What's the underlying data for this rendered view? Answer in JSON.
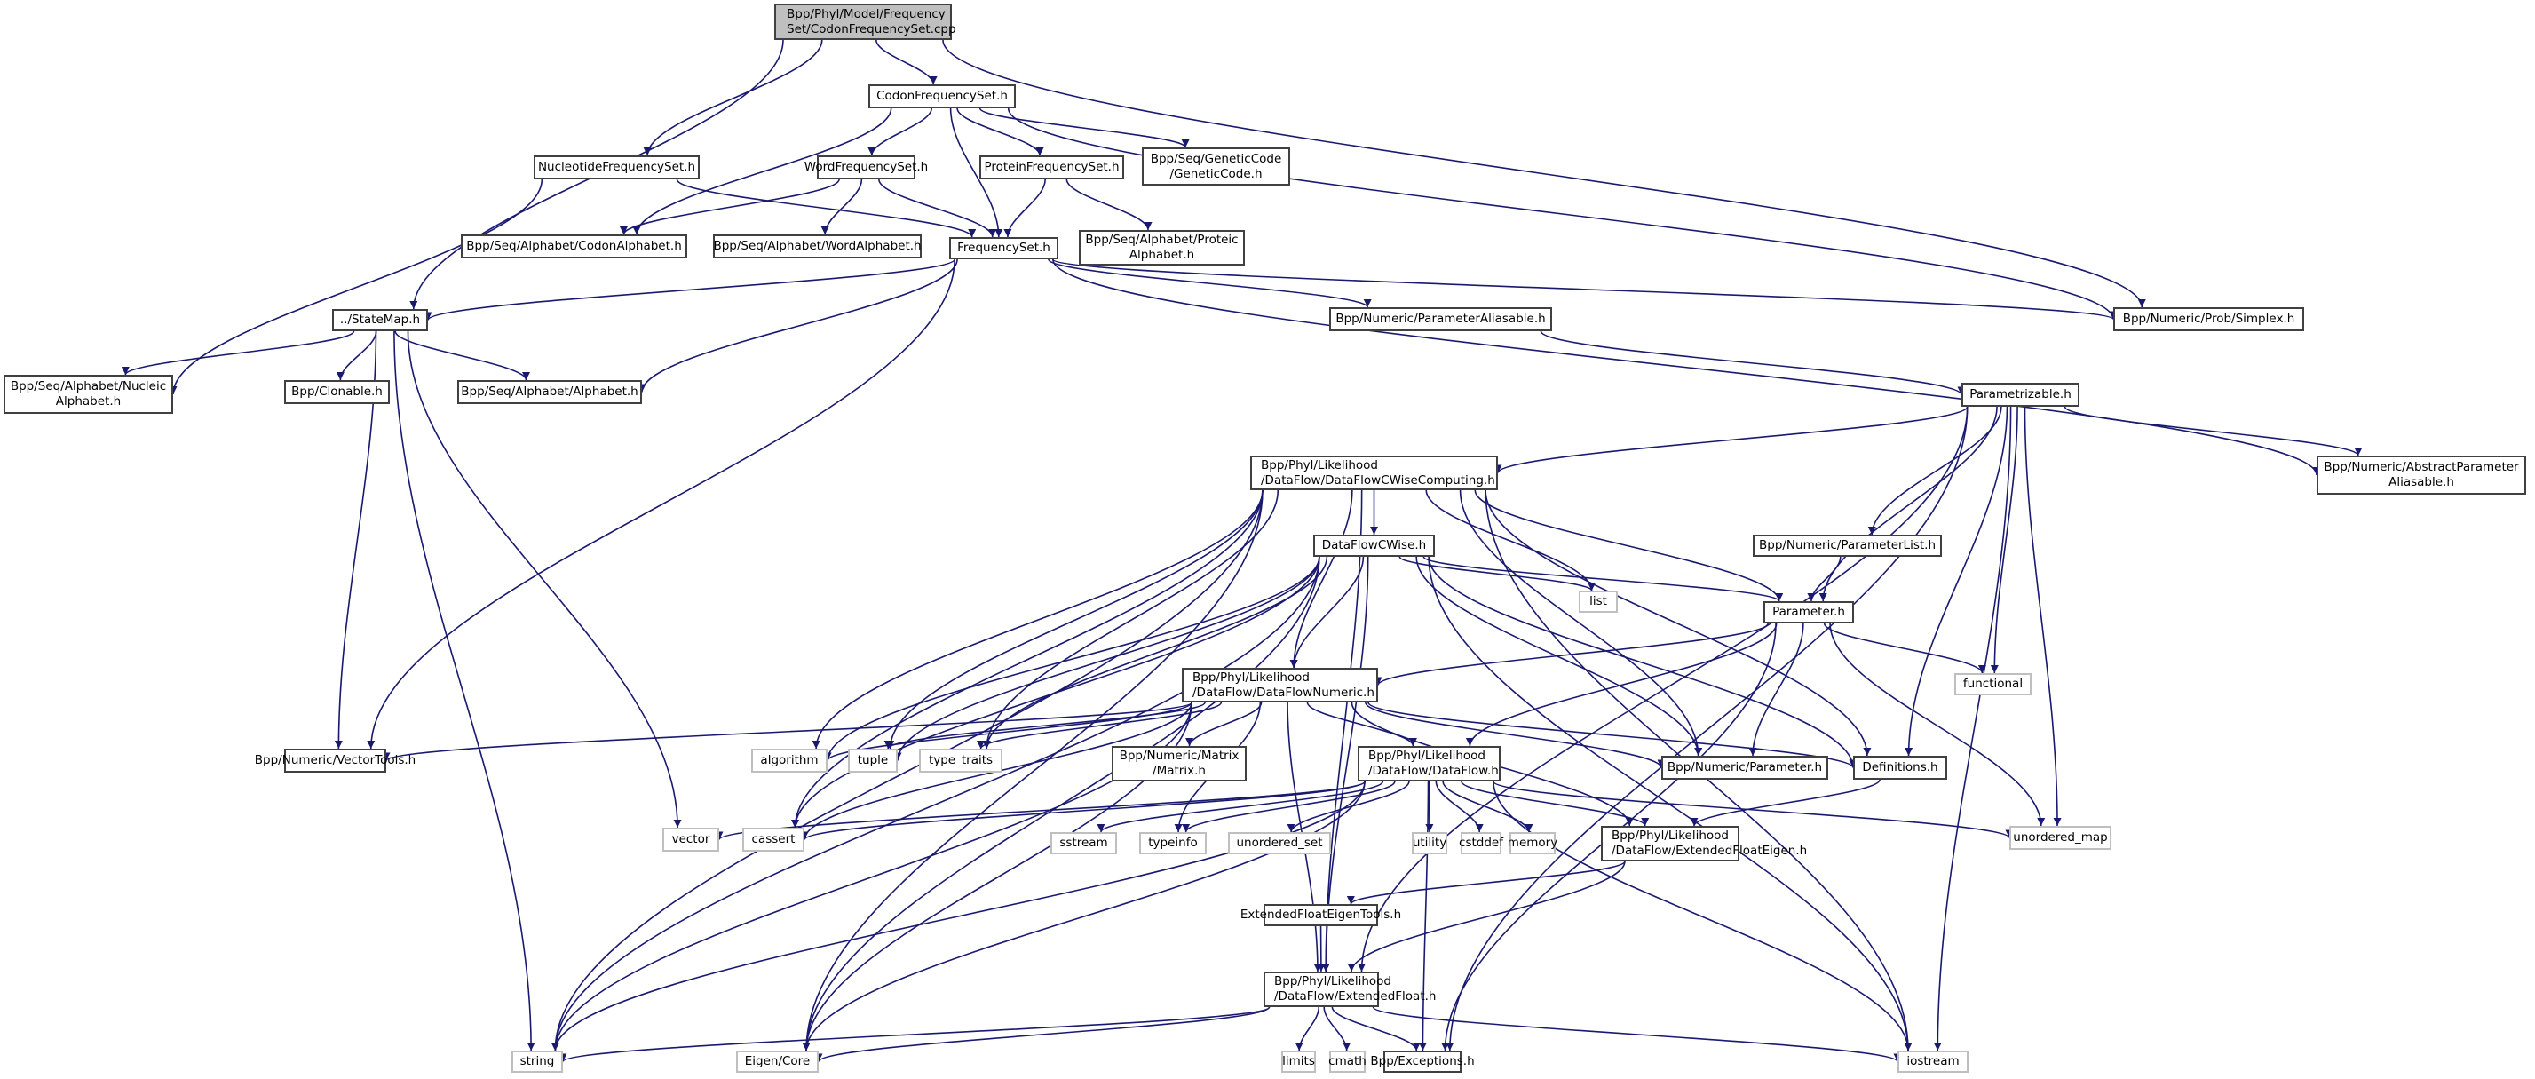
{
  "graph": {
    "title": "Include dependency graph for CodonFrequencySet.cpp",
    "colors": {
      "edge": "#191970",
      "root_fill": "#bfbfbf",
      "node_border": "#404040",
      "system_border": "#bfbfbf"
    },
    "nodes": [
      {
        "id": "root",
        "label": "Bpp/Phyl/Model/Frequency\nSet/CodonFrequencySet.cpp",
        "kind": "root"
      },
      {
        "id": "codonfs",
        "label": "CodonFrequencySet.h",
        "kind": "file"
      },
      {
        "id": "nucfs",
        "label": "NucleotideFrequencySet.h",
        "kind": "file"
      },
      {
        "id": "wordfs",
        "label": "WordFrequencySet.h",
        "kind": "file"
      },
      {
        "id": "protfs",
        "label": "ProteinFrequencySet.h",
        "kind": "file"
      },
      {
        "id": "gencode",
        "label": "Bpp/Seq/GeneticCode\n/GeneticCode.h",
        "kind": "file"
      },
      {
        "id": "codonalpha",
        "label": "Bpp/Seq/Alphabet/CodonAlphabet.h",
        "kind": "file"
      },
      {
        "id": "wordalpha",
        "label": "Bpp/Seq/Alphabet/WordAlphabet.h",
        "kind": "file"
      },
      {
        "id": "freqset",
        "label": "FrequencySet.h",
        "kind": "file"
      },
      {
        "id": "proteicalpha",
        "label": "Bpp/Seq/Alphabet/Proteic\nAlphabet.h",
        "kind": "file"
      },
      {
        "id": "statemap",
        "label": "../StateMap.h",
        "kind": "file"
      },
      {
        "id": "nucleicalpha",
        "label": "Bpp/Seq/Alphabet/Nucleic\nAlphabet.h",
        "kind": "file"
      },
      {
        "id": "clonable",
        "label": "Bpp/Clonable.h",
        "kind": "file"
      },
      {
        "id": "alphabet",
        "label": "Bpp/Seq/Alphabet/Alphabet.h",
        "kind": "file"
      },
      {
        "id": "paramaliasable",
        "label": "Bpp/Numeric/ParameterAliasable.h",
        "kind": "file"
      },
      {
        "id": "simplex",
        "label": "Bpp/Numeric/Prob/Simplex.h",
        "kind": "file"
      },
      {
        "id": "parametrizable",
        "label": "Parametrizable.h",
        "kind": "file"
      },
      {
        "id": "absparamaliasable",
        "label": "Bpp/Numeric/AbstractParameter\nAliasable.h",
        "kind": "file"
      },
      {
        "id": "dfcwisecomp",
        "label": "Bpp/Phyl/Likelihood\n/DataFlow/DataFlowCWiseComputing.h",
        "kind": "file"
      },
      {
        "id": "dfcwise",
        "label": "DataFlowCWise.h",
        "kind": "file"
      },
      {
        "id": "paramlist",
        "label": "Bpp/Numeric/ParameterList.h",
        "kind": "file"
      },
      {
        "id": "list",
        "label": "list",
        "kind": "system"
      },
      {
        "id": "parameter",
        "label": "Parameter.h",
        "kind": "file"
      },
      {
        "id": "functional",
        "label": "functional",
        "kind": "system"
      },
      {
        "id": "dfnumeric",
        "label": "Bpp/Phyl/Likelihood\n/DataFlow/DataFlowNumeric.h",
        "kind": "file"
      },
      {
        "id": "vectortools",
        "label": "Bpp/Numeric/VectorTools.h",
        "kind": "file"
      },
      {
        "id": "algorithm",
        "label": "algorithm",
        "kind": "system"
      },
      {
        "id": "tuple",
        "label": "tuple",
        "kind": "system"
      },
      {
        "id": "type_traits",
        "label": "type_traits",
        "kind": "system"
      },
      {
        "id": "matrix",
        "label": "Bpp/Numeric/Matrix\n/Matrix.h",
        "kind": "file"
      },
      {
        "id": "dataflow",
        "label": "Bpp/Phyl/Likelihood\n/DataFlow/DataFlow.h",
        "kind": "file"
      },
      {
        "id": "numparameter",
        "label": "Bpp/Numeric/Parameter.h",
        "kind": "file"
      },
      {
        "id": "definitions",
        "label": "Definitions.h",
        "kind": "file"
      },
      {
        "id": "vector",
        "label": "vector",
        "kind": "system"
      },
      {
        "id": "cassert",
        "label": "cassert",
        "kind": "system"
      },
      {
        "id": "sstream",
        "label": "sstream",
        "kind": "system"
      },
      {
        "id": "typeinfo",
        "label": "typeinfo",
        "kind": "system"
      },
      {
        "id": "unordered_set",
        "label": "unordered_set",
        "kind": "system"
      },
      {
        "id": "utility",
        "label": "utility",
        "kind": "system"
      },
      {
        "id": "cstddef",
        "label": "cstddef",
        "kind": "system"
      },
      {
        "id": "memory",
        "label": "memory",
        "kind": "system"
      },
      {
        "id": "extfloateigen",
        "label": "Bpp/Phyl/Likelihood\n/DataFlow/ExtendedFloatEigen.h",
        "kind": "file"
      },
      {
        "id": "unordered_map",
        "label": "unordered_map",
        "kind": "system"
      },
      {
        "id": "extfloateigentools",
        "label": "ExtendedFloatEigenTools.h",
        "kind": "file"
      },
      {
        "id": "extfloat",
        "label": "Bpp/Phyl/Likelihood\n/DataFlow/ExtendedFloat.h",
        "kind": "file"
      },
      {
        "id": "string",
        "label": "string",
        "kind": "system"
      },
      {
        "id": "eigencore",
        "label": "Eigen/Core",
        "kind": "system"
      },
      {
        "id": "limits",
        "label": "limits",
        "kind": "system"
      },
      {
        "id": "cmath",
        "label": "cmath",
        "kind": "system"
      },
      {
        "id": "exceptions",
        "label": "Bpp/Exceptions.h",
        "kind": "file"
      },
      {
        "id": "iostream",
        "label": "iostream",
        "kind": "system"
      }
    ],
    "edges": [
      [
        "root",
        "codonfs"
      ],
      [
        "root",
        "nucfs"
      ],
      [
        "root",
        "statemap"
      ],
      [
        "root",
        "simplex"
      ],
      [
        "codonfs",
        "codonalpha"
      ],
      [
        "codonfs",
        "wordfs"
      ],
      [
        "codonfs",
        "freqset"
      ],
      [
        "codonfs",
        "protfs"
      ],
      [
        "codonfs",
        "gencode"
      ],
      [
        "codonfs",
        "simplex"
      ],
      [
        "nucfs",
        "nucleicalpha"
      ],
      [
        "nucfs",
        "freqset"
      ],
      [
        "wordfs",
        "codonalpha"
      ],
      [
        "wordfs",
        "wordalpha"
      ],
      [
        "wordfs",
        "freqset"
      ],
      [
        "protfs",
        "freqset"
      ],
      [
        "protfs",
        "proteicalpha"
      ],
      [
        "freqset",
        "statemap"
      ],
      [
        "freqset",
        "alphabet"
      ],
      [
        "freqset",
        "vectortools"
      ],
      [
        "freqset",
        "paramaliasable"
      ],
      [
        "freqset",
        "simplex"
      ],
      [
        "freqset",
        "absparamaliasable"
      ],
      [
        "statemap",
        "nucleicalpha"
      ],
      [
        "statemap",
        "clonable"
      ],
      [
        "statemap",
        "alphabet"
      ],
      [
        "statemap",
        "vectortools"
      ],
      [
        "statemap",
        "vector"
      ],
      [
        "statemap",
        "string"
      ],
      [
        "paramaliasable",
        "parametrizable"
      ],
      [
        "parametrizable",
        "dfcwisecomp"
      ],
      [
        "parametrizable",
        "absparamaliasable"
      ],
      [
        "parametrizable",
        "paramlist"
      ],
      [
        "parametrizable",
        "parameter"
      ],
      [
        "parametrizable",
        "functional"
      ],
      [
        "parametrizable",
        "definitions"
      ],
      [
        "parametrizable",
        "unordered_map"
      ],
      [
        "parametrizable",
        "extfloat"
      ],
      [
        "parametrizable",
        "iostream"
      ],
      [
        "parametrizable",
        "exceptions"
      ],
      [
        "dfcwisecomp",
        "dfcwise"
      ],
      [
        "dfcwisecomp",
        "list"
      ],
      [
        "dfcwisecomp",
        "parameter"
      ],
      [
        "dfcwisecomp",
        "dfnumeric"
      ],
      [
        "dfcwisecomp",
        "algorithm"
      ],
      [
        "dfcwisecomp",
        "tuple"
      ],
      [
        "dfcwisecomp",
        "type_traits"
      ],
      [
        "dfcwisecomp",
        "string"
      ],
      [
        "dfcwisecomp",
        "cassert"
      ],
      [
        "dfcwisecomp",
        "eigencore"
      ],
      [
        "dfcwisecomp",
        "numparameter"
      ],
      [
        "dfcwisecomp",
        "definitions"
      ],
      [
        "dfcwisecomp",
        "extfloat"
      ],
      [
        "dfcwisecomp",
        "iostream"
      ],
      [
        "dfcwise",
        "list"
      ],
      [
        "dfcwise",
        "parameter"
      ],
      [
        "dfcwise",
        "dfnumeric"
      ],
      [
        "dfcwise",
        "algorithm"
      ],
      [
        "dfcwise",
        "tuple"
      ],
      [
        "dfcwise",
        "type_traits"
      ],
      [
        "dfcwise",
        "string"
      ],
      [
        "dfcwise",
        "cassert"
      ],
      [
        "dfcwise",
        "eigencore"
      ],
      [
        "dfcwise",
        "numparameter"
      ],
      [
        "dfcwise",
        "definitions"
      ],
      [
        "dfcwise",
        "extfloat"
      ],
      [
        "dfcwise",
        "iostream"
      ],
      [
        "paramlist",
        "parameter"
      ],
      [
        "parameter",
        "dfnumeric"
      ],
      [
        "parameter",
        "dataflow"
      ],
      [
        "parameter",
        "functional"
      ],
      [
        "parameter",
        "numparameter"
      ],
      [
        "parameter",
        "unordered_map"
      ],
      [
        "parameter",
        "exceptions"
      ],
      [
        "dfnumeric",
        "vectortools"
      ],
      [
        "dfnumeric",
        "algorithm"
      ],
      [
        "dfnumeric",
        "tuple"
      ],
      [
        "dfnumeric",
        "type_traits"
      ],
      [
        "dfnumeric",
        "matrix"
      ],
      [
        "dfnumeric",
        "dataflow"
      ],
      [
        "dfnumeric",
        "numparameter"
      ],
      [
        "dfnumeric",
        "definitions"
      ],
      [
        "dfnumeric",
        "extfloateigen"
      ],
      [
        "dfnumeric",
        "cassert"
      ],
      [
        "dfnumeric",
        "string"
      ],
      [
        "dfnumeric",
        "eigencore"
      ],
      [
        "dfnumeric",
        "extfloat"
      ],
      [
        "dfnumeric",
        "typeinfo"
      ],
      [
        "dataflow",
        "vector"
      ],
      [
        "dataflow",
        "cassert"
      ],
      [
        "dataflow",
        "sstream"
      ],
      [
        "dataflow",
        "typeinfo"
      ],
      [
        "dataflow",
        "unordered_set"
      ],
      [
        "dataflow",
        "utility"
      ],
      [
        "dataflow",
        "cstddef"
      ],
      [
        "dataflow",
        "memory"
      ],
      [
        "dataflow",
        "extfloateigen"
      ],
      [
        "dataflow",
        "unordered_map"
      ],
      [
        "dataflow",
        "string"
      ],
      [
        "dataflow",
        "eigencore"
      ],
      [
        "dataflow",
        "exceptions"
      ],
      [
        "dataflow",
        "iostream"
      ],
      [
        "definitions",
        "extfloateigen"
      ],
      [
        "extfloateigen",
        "extfloateigentools"
      ],
      [
        "extfloateigen",
        "extfloat"
      ],
      [
        "extfloateigentools",
        "extfloat"
      ],
      [
        "extfloat",
        "string"
      ],
      [
        "extfloat",
        "eigencore"
      ],
      [
        "extfloat",
        "limits"
      ],
      [
        "extfloat",
        "cmath"
      ],
      [
        "extfloat",
        "exceptions"
      ],
      [
        "extfloat",
        "iostream"
      ]
    ]
  }
}
